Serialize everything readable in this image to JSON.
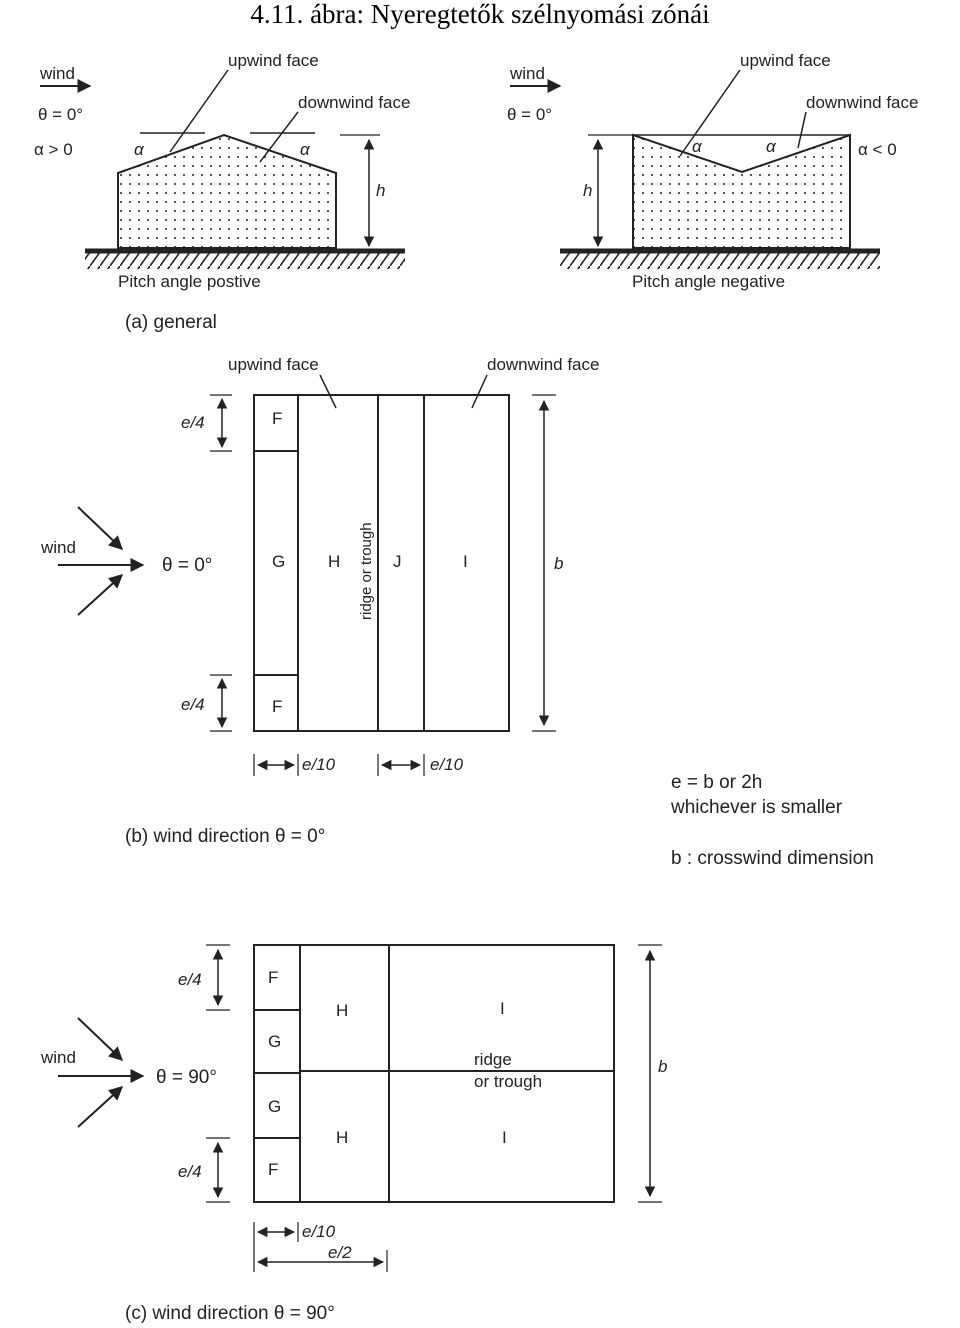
{
  "page_title": "4.11. ábra: Nyeregtetők szélnyomási zónái",
  "panel_a": {
    "left": {
      "wind": "wind",
      "theta": "θ = 0°",
      "alpha_cond": "α  > 0",
      "upwind_face": "upwind face",
      "downwind_face": "downwind face",
      "alpha1": "α",
      "alpha2": "α",
      "h": "h",
      "pitch_caption": "Pitch angle postive"
    },
    "right": {
      "wind": "wind",
      "theta": "θ = 0°",
      "alpha_cond": "α  < 0",
      "upwind_face": "upwind face",
      "downwind_face": "downwind face",
      "alpha1": "α",
      "alpha2": "α",
      "h": "h",
      "pitch_caption": "Pitch angle negative"
    },
    "caption": "(a) general"
  },
  "panel_b": {
    "upwind_face": "upwind face",
    "downwind_face": "downwind face",
    "e4_top": "e/4",
    "e4_bottom": "e/4",
    "wind": "wind",
    "theta": "θ = 0°",
    "zones": {
      "F_top": "F",
      "G": "G",
      "H": "H",
      "J": "J",
      "I": "I",
      "F_bottom": "F"
    },
    "ridge": "ridge or trough",
    "b": "b",
    "e10_left": "e/10",
    "e10_right": "e/10",
    "caption": "(b) wind direction  θ = 0°",
    "note_line1": "e = b or 2h",
    "note_line2": "whichever is smaller",
    "note_line3": "b : crosswind dimension"
  },
  "panel_c": {
    "e4_top": "e/4",
    "e4_bottom": "e/4",
    "wind": "wind",
    "theta": "θ = 90°",
    "zones": {
      "F_top": "F",
      "G_top": "G",
      "G_bottom": "G",
      "F_bottom": "F",
      "H_top": "H",
      "H_bottom": "H",
      "I_top": "I",
      "I_bottom": "I"
    },
    "ridge_line1": "ridge",
    "ridge_line2": "or trough",
    "b": "b",
    "e10": "e/10",
    "e2": "e/2",
    "caption": "(c) wind direction  θ = 90°"
  }
}
